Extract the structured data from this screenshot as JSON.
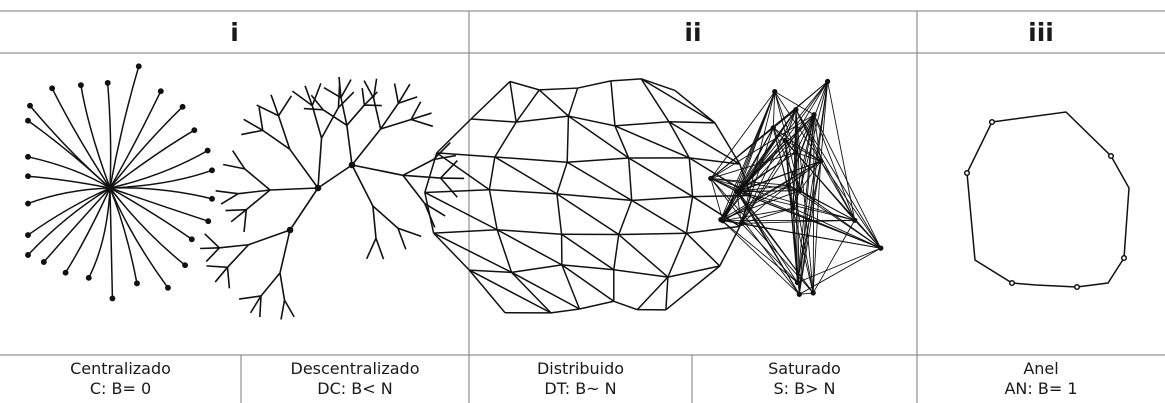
{
  "headers": [
    "i",
    "ii",
    "iii"
  ],
  "networks": [
    {
      "name": "Centralizado",
      "formula": "C: B= 0",
      "icon": "centralized-network-drawing"
    },
    {
      "name": "Descentralizado",
      "formula": "DC: B< N",
      "icon": "decentralized-network-drawing"
    },
    {
      "name": "Distribuido",
      "formula": "DT: B~ N",
      "icon": "distributed-network-drawing"
    },
    {
      "name": "Saturado",
      "formula": "S: B> N",
      "icon": "saturated-network-drawing"
    },
    {
      "name": "Anel",
      "formula": "AN: B= 1",
      "icon": "ring-network-drawing"
    }
  ],
  "colors": {
    "ink": "#1a1a1a",
    "grid": "#7a7a7a",
    "background": "#ffffff"
  }
}
